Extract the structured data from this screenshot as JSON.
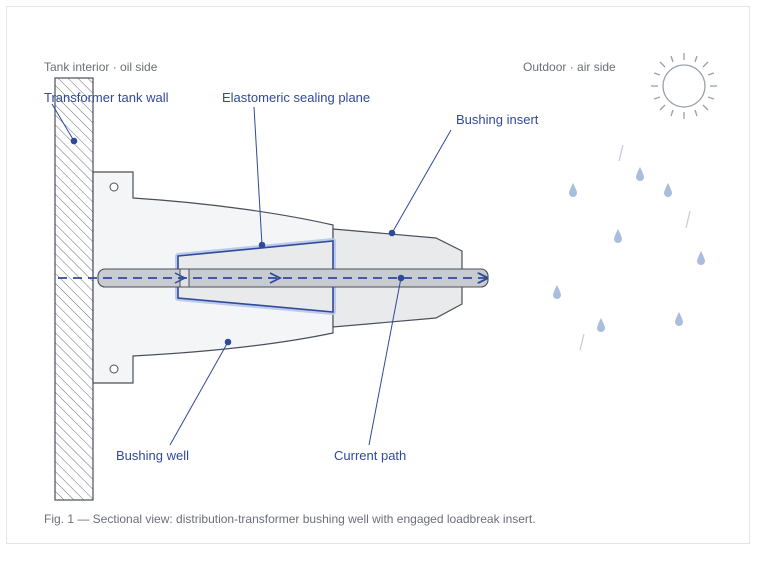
{
  "zones": {
    "left": "Tank interior · oil side",
    "right": "Outdoor · air side"
  },
  "labels": {
    "tank_wall": "Transformer tank wall",
    "sealing_plane": "Elastomeric sealing plane",
    "bushing_insert": "Bushing insert",
    "bushing_well": "Bushing well",
    "current_path": "Current path"
  },
  "caption": "Fig. 1 — Sectional view: distribution-transformer bushing well with engaged loadbreak insert.",
  "icons": {
    "sun": "sun-icon",
    "rain": "raindrop-icon"
  },
  "colors": {
    "accent": "#2f4a9a",
    "outline": "#4a4f5a",
    "fill_light": "#f4f5f7",
    "fill_insert": "#e9eaec",
    "conductor": "#c8cbd0",
    "rain": "#a9bddc",
    "glow": "#b8c6ea"
  }
}
